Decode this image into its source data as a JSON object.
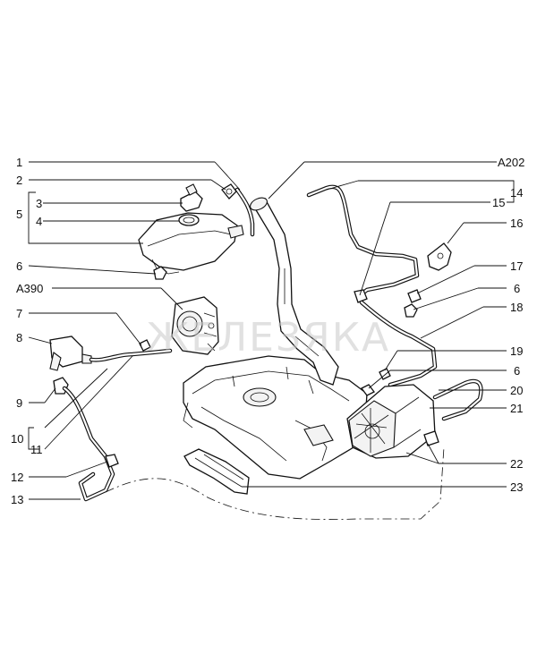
{
  "watermark": "ЖЕЛЕЗЯКА",
  "callouts": {
    "c1": "1",
    "c2": "2",
    "c3": "3",
    "c4": "4",
    "c5": "5",
    "c6": "6",
    "A390": "A390",
    "c7": "7",
    "c8": "8",
    "c9": "9",
    "c10": "10",
    "c11": "11",
    "c12": "12",
    "c13": "13",
    "A202": "A202",
    "c14": "14",
    "c15": "15",
    "c16": "16",
    "c17": "17",
    "c6b": "6",
    "c18": "18",
    "c19": "19",
    "c6c": "6",
    "c20": "20",
    "c21": "21",
    "c22": "22",
    "c23": "23"
  }
}
